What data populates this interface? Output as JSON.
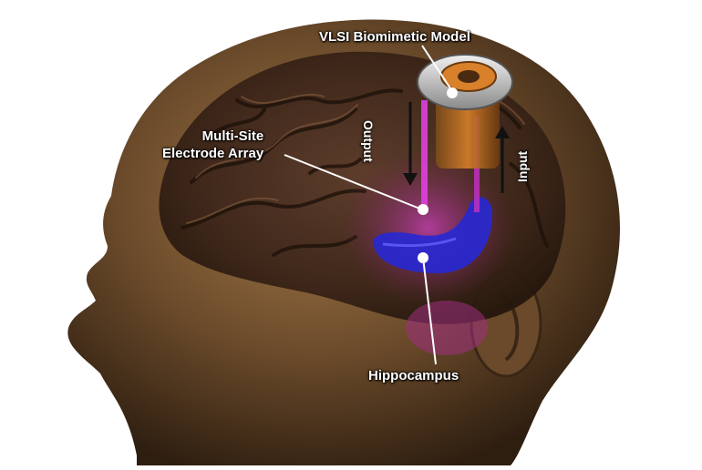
{
  "labels": {
    "vlsi_model": "VLSI Biomimetic Model",
    "electrode_line1": "Multi-Site",
    "electrode_line2": "Electrode Array",
    "hippocampus": "Hippocampus",
    "output": "Output",
    "input": "Input"
  },
  "colors": {
    "background": "#ffffff",
    "head_skin": "#7a5a36",
    "head_dark": "#3a2615",
    "hippocampus_blue": "#2a2ad8",
    "beam_magenta": "#e040e0",
    "chip_orange": "#d8802a",
    "callout_white": "#ffffff"
  }
}
